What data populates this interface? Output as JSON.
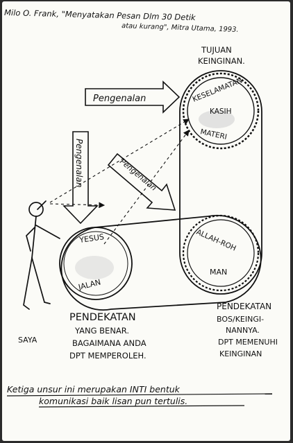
{
  "header": {
    "citation_line1": "Milo O. Frank, \"Menyatakan Pesan Dlm 30 Detik",
    "citation_line2": "atau kurang\", Mitra Utama, 1993."
  },
  "goal": {
    "heading_line1": "TUJUAN",
    "heading_line2": "KEINGINAN.",
    "gear_text_top": "KESELAMATAN",
    "gear_text_mid": "KASIH",
    "gear_text_bottom": "MATERI"
  },
  "arrows": {
    "horizontal_label": "Pengenalan",
    "vertical_label": "Pengenalan",
    "diagonal_label": "Pengenalan"
  },
  "left_circle": {
    "text_top": "YESUS",
    "text_bottom": "JALAN"
  },
  "right_circle": {
    "text_top": "ALLAH-ROH",
    "text_bottom": "MAN"
  },
  "person_label": "SAYA",
  "left_approach": {
    "title": "PENDEKATAN",
    "line1": "YANG BENAR.",
    "line2": "BAGAIMANA ANDA",
    "line3": "DPT MEMPEROLEH."
  },
  "right_approach": {
    "title": "PENDEKATAN",
    "line1": "BOS/KEINGI-",
    "line2": "NANNYA.",
    "line3": "DPT MEMENUHI",
    "line4": "KEINGINAN"
  },
  "footer": {
    "line1": "Ketiga unsur ini merupakan INTI bentuk",
    "line2": "komunikasi baik lisan pun tertulis."
  }
}
